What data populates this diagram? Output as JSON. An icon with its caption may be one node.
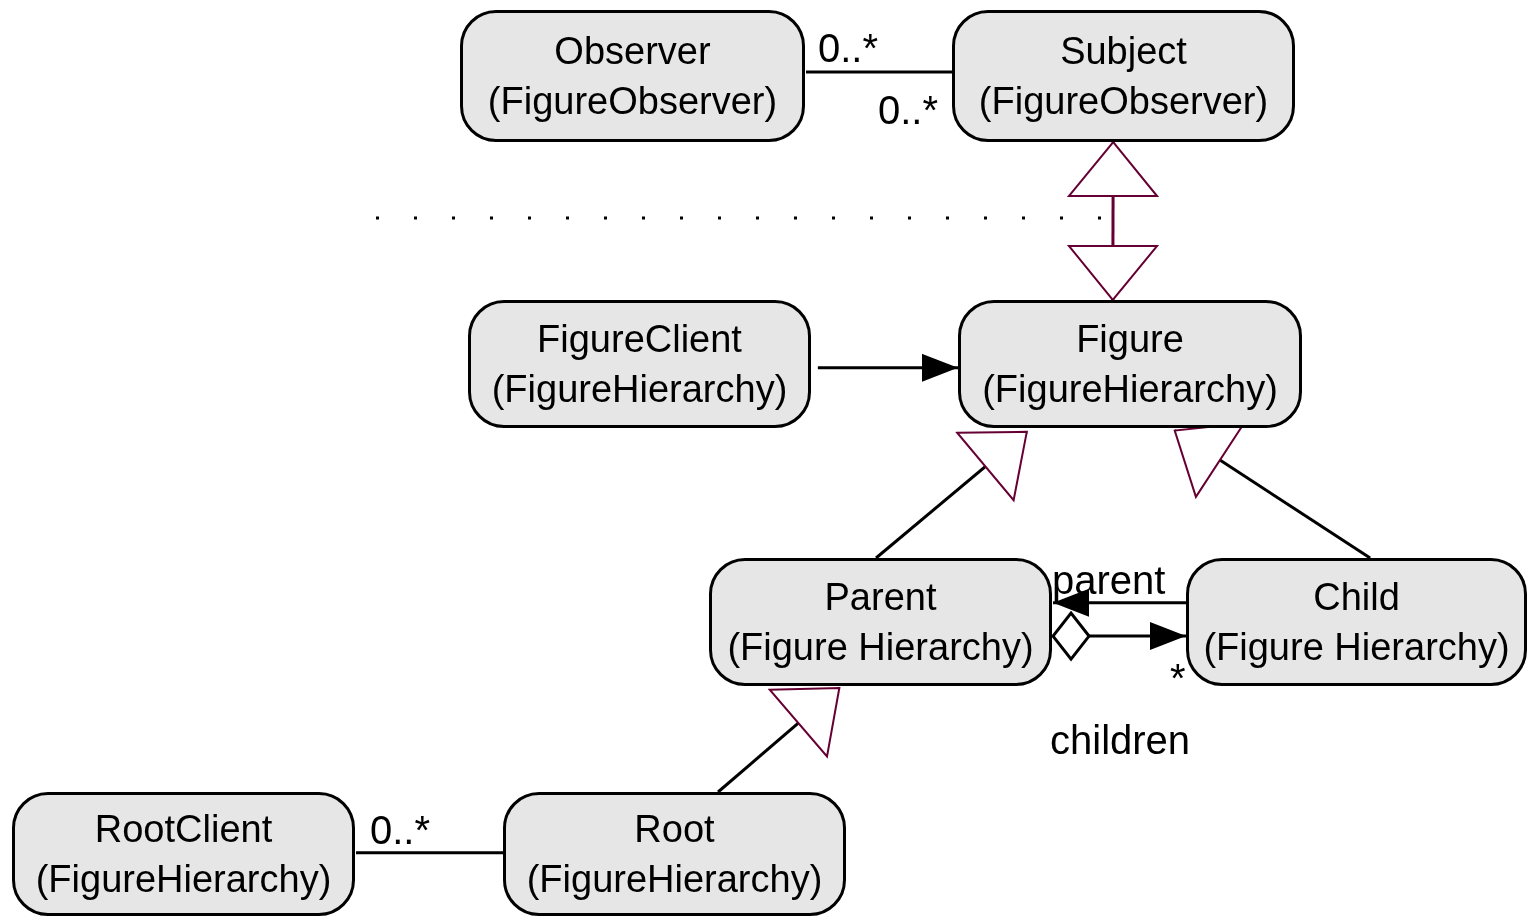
{
  "diagram": {
    "nodes": [
      {
        "text": [
          "Observer",
          "(FigureObserver)"
        ]
      },
      {
        "text": [
          "Subject",
          "(FigureObserver)"
        ]
      },
      {
        "text": [
          "FigureClient",
          "(FigureHierarchy)"
        ]
      },
      {
        "text": [
          "Figure",
          "(FigureHierarchy)"
        ]
      },
      {
        "text": [
          "Parent",
          "(Figure Hierarchy)"
        ]
      },
      {
        "text": [
          "Child",
          "(Figure Hierarchy)"
        ]
      },
      {
        "text": [
          "RootClient",
          "(FigureHierarchy)"
        ]
      },
      {
        "text": [
          "Root",
          "(FigureHierarchy)"
        ]
      }
    ],
    "edges": [
      {
        "from": 0,
        "to": 1,
        "arrow": "none"
      },
      {
        "from": 3,
        "to": 1,
        "arrow": "both",
        "color": "#660033"
      },
      {
        "from": 2,
        "to": 3,
        "arrow": "to"
      },
      {
        "from": 4,
        "to": 3,
        "arrow": "to"
      },
      {
        "from": 5,
        "to": 3,
        "arrow": "to"
      },
      {
        "from": 5,
        "to": 4,
        "arrow": "to"
      },
      {
        "from": 4,
        "to": 5,
        "arrow": "to"
      },
      {
        "from": 7,
        "to": 4,
        "arrow": "to"
      },
      {
        "from": 6,
        "to": 7,
        "arrow": "none"
      }
    ],
    "labels": [
      "0..*",
      "0..*",
      "parent",
      "*",
      "children",
      "0..*"
    ]
  }
}
